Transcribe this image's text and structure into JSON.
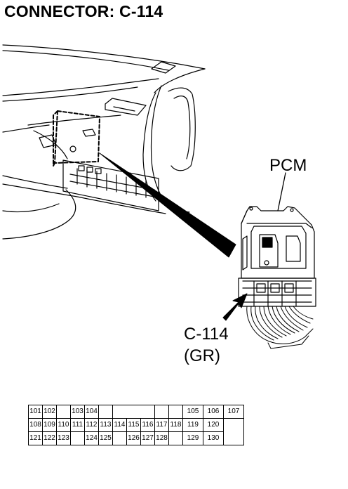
{
  "title": "CONNECTOR: C-114",
  "callouts": {
    "component": "PCM",
    "connector": "C-114",
    "connector_color": "(GR)"
  },
  "pinout": {
    "rows": [
      [
        "101",
        "102",
        "",
        "103",
        "104",
        "",
        "",
        "",
        "",
        "",
        "",
        "105",
        "106",
        "107"
      ],
      [
        "108",
        "109",
        "110",
        "111",
        "112",
        "113",
        "114",
        "115",
        "116",
        "117",
        "118",
        "119",
        "120"
      ],
      [
        "121",
        "122",
        "123",
        "",
        "124",
        "125",
        "",
        "126",
        "127",
        "128",
        "",
        "129",
        "130"
      ]
    ]
  }
}
